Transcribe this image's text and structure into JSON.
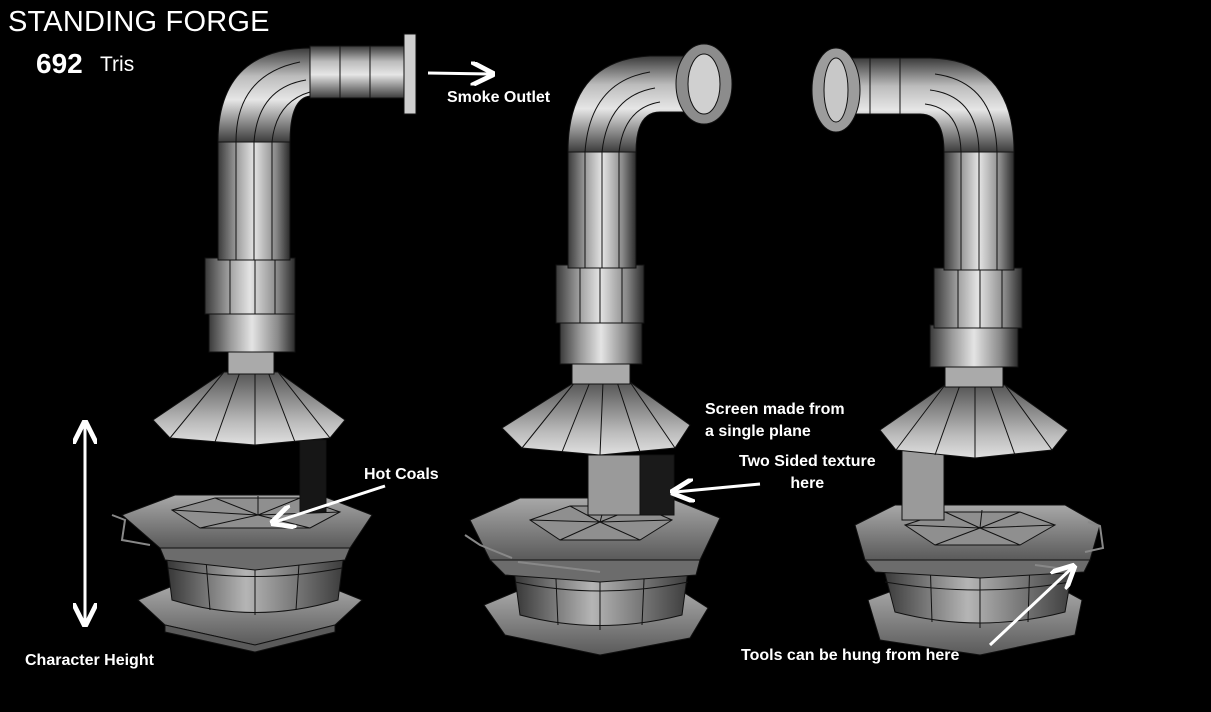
{
  "header": {
    "title": "STANDING FORGE",
    "tri_count": "692",
    "tri_unit": "Tris"
  },
  "annotations": {
    "smoke_outlet": "Smoke Outlet",
    "hot_coals": "Hot Coals",
    "character_height": "Character Height",
    "screen_line1": "Screen made from",
    "screen_line2": "a single plane",
    "two_sided_line1": "Two Sided texture",
    "two_sided_line2": "here",
    "tools": "Tools can be hung from here"
  },
  "colors": {
    "background": "#000000",
    "text": "#ffffff",
    "mesh_light": "#d8d8d8",
    "mesh_mid": "#8a8a8a",
    "mesh_dark": "#3a3a3a",
    "wire": "#111111"
  }
}
